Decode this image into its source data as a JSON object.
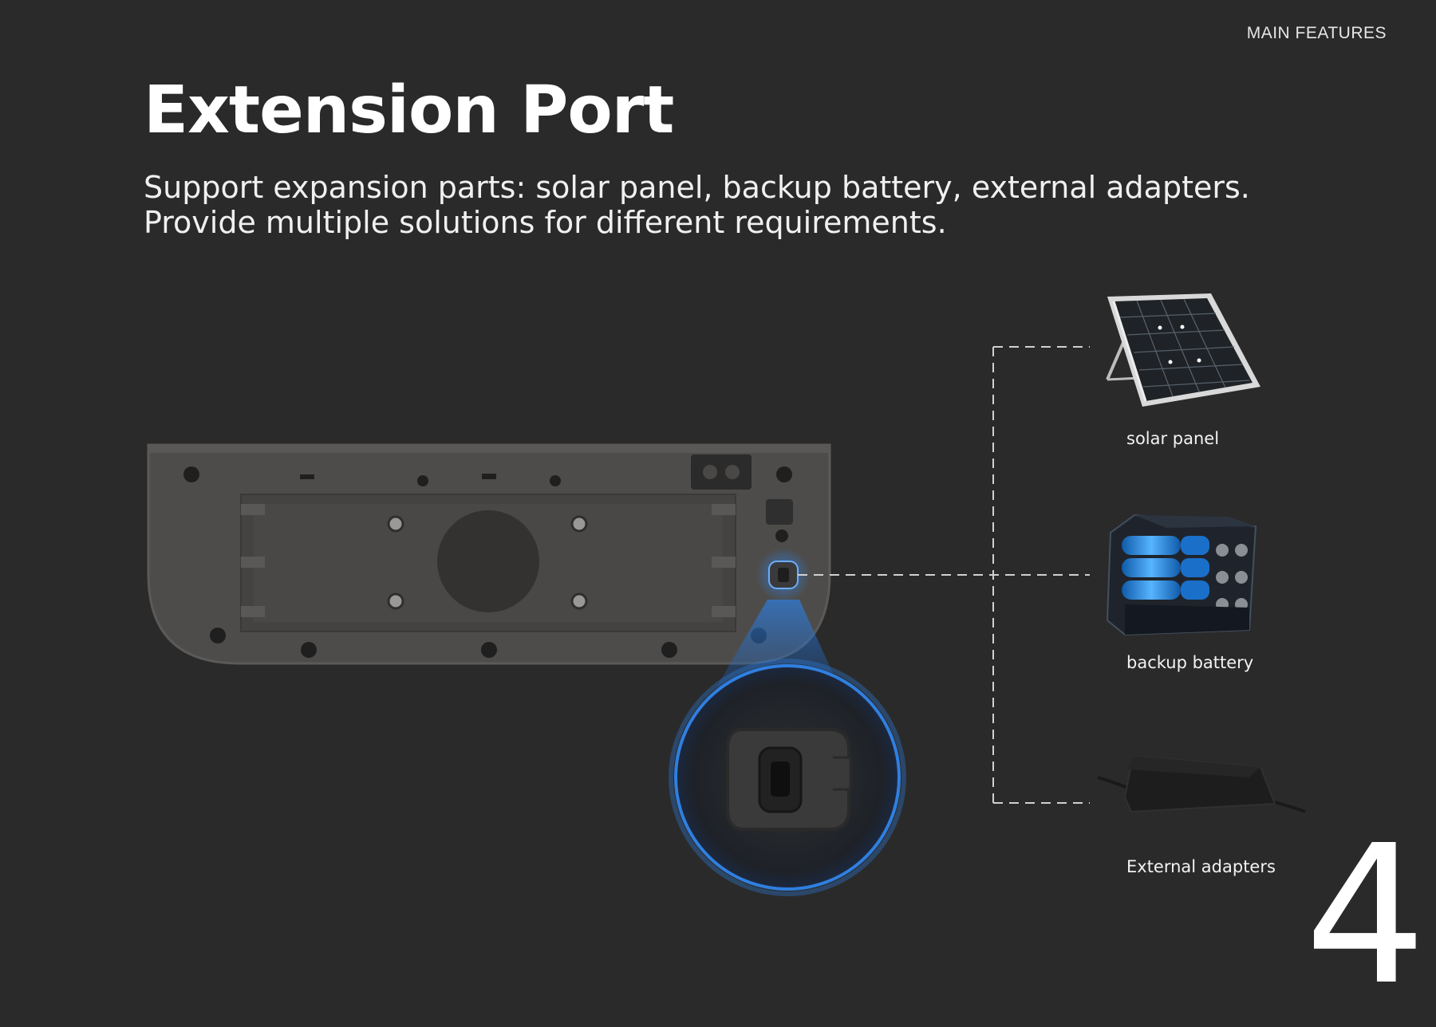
{
  "header": {
    "section_label": "MAIN FEATURES",
    "title": "Extension Port",
    "subtitle_lines": [
      "Support expansion parts: solar panel, backup battery, external adapters.",
      "Provide multiple solutions for different requirements."
    ]
  },
  "accessories": [
    {
      "label": "solar panel",
      "icon": "solar-panel-icon"
    },
    {
      "label": "backup battery",
      "icon": "battery-pack-icon"
    },
    {
      "label": "External adapters",
      "icon": "power-adapter-icon"
    }
  ],
  "page_number": "4",
  "colors": {
    "background": "#2a2a2a",
    "device_body": "#4e4c4a",
    "highlight_blue": "#2f7fe0",
    "connector_line": "#d0d0d0"
  }
}
